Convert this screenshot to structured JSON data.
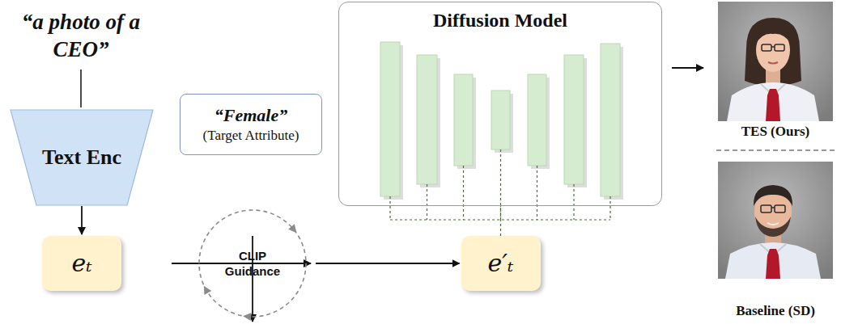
{
  "diagram": {
    "nodes": [
      {
        "text": [
          "Text Enc"
        ]
      },
      {
        "text": [
          "“Female”",
          "(Target Attribute)"
        ]
      },
      {
        "text": [
          "eₜ"
        ]
      },
      {
        "text": [
          "CLIP Guidance"
        ]
      },
      {
        "text": [
          "Diffusion Model"
        ]
      },
      {
        "text": [
          "e′ₜ"
        ]
      },
      {
        "text": [
          "TES (Ours)"
        ]
      },
      {
        "text": [
          "Baseline (SD)"
        ]
      }
    ],
    "edges": [
      {
        "from": 0,
        "to": 2,
        "arrow": "to"
      },
      {
        "from": 2,
        "to": 3,
        "arrow": "to"
      },
      {
        "from": 1,
        "to": 3,
        "arrow": "to"
      },
      {
        "from": 3,
        "to": 5,
        "arrow": "to"
      },
      {
        "from": 5,
        "to": 4,
        "arrow": "none"
      },
      {
        "from": 4,
        "to": 6,
        "arrow": "to"
      }
    ],
    "labels": [
      "“a photo of a CEO”"
    ]
  }
}
